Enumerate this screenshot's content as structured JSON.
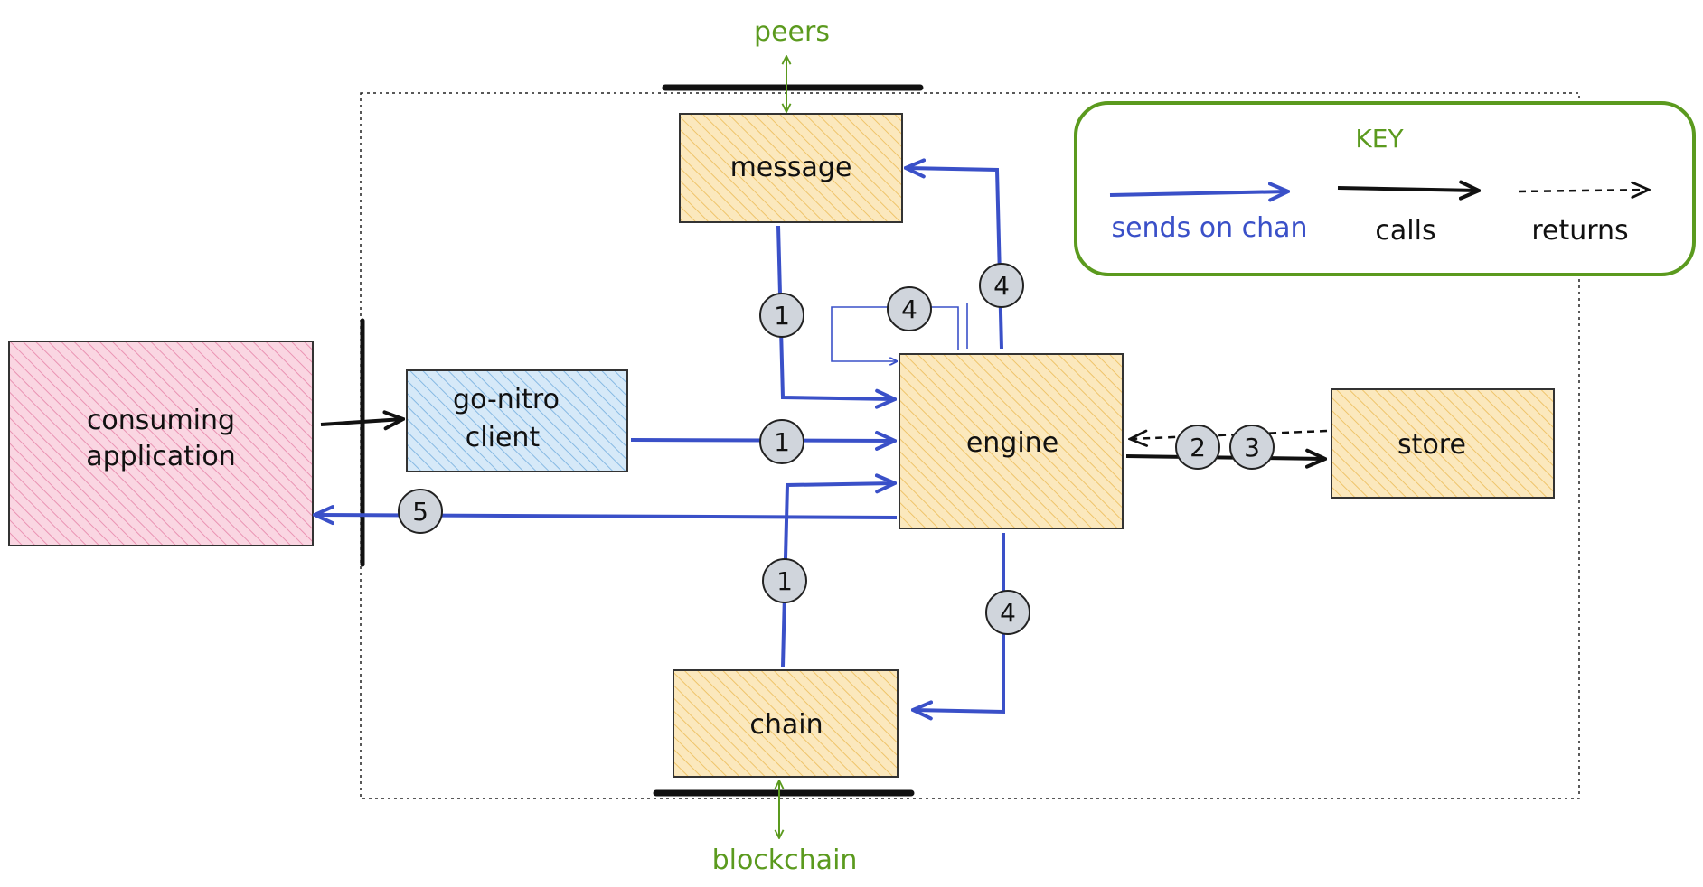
{
  "colors": {
    "blue": "#3a50c8",
    "black": "#111111",
    "green": "#5b9a1e",
    "yellow_fill": "#f8dca0",
    "yellow_stroke": "#e6b84c",
    "pink_fill": "#f7c6d6",
    "pink_stroke": "#e07ba0",
    "light_blue_fill": "#bcdcf5",
    "light_blue_stroke": "#6aa7d8",
    "step_fill": "#d0d5dc"
  },
  "boxes": {
    "consuming_application": {
      "line1": "consuming",
      "line2": "application"
    },
    "go_nitro_client": {
      "line1": "go-nitro",
      "line2": "client"
    },
    "message": {
      "label": "message"
    },
    "engine": {
      "label": "engine"
    },
    "store": {
      "label": "store"
    },
    "chain": {
      "label": "chain"
    }
  },
  "external": {
    "peers": "peers",
    "blockchain": "blockchain"
  },
  "key": {
    "title": "KEY",
    "sends_on_chan": "sends on chan",
    "calls": "calls",
    "returns": "returns"
  },
  "steps": {
    "message_to_engine": "1",
    "client_to_engine": "1",
    "chain_to_engine": "1",
    "engine_self": "4",
    "engine_to_message": "4",
    "engine_to_chain": "4",
    "store_call": "2",
    "store_return": "3",
    "engine_to_app": "5"
  }
}
